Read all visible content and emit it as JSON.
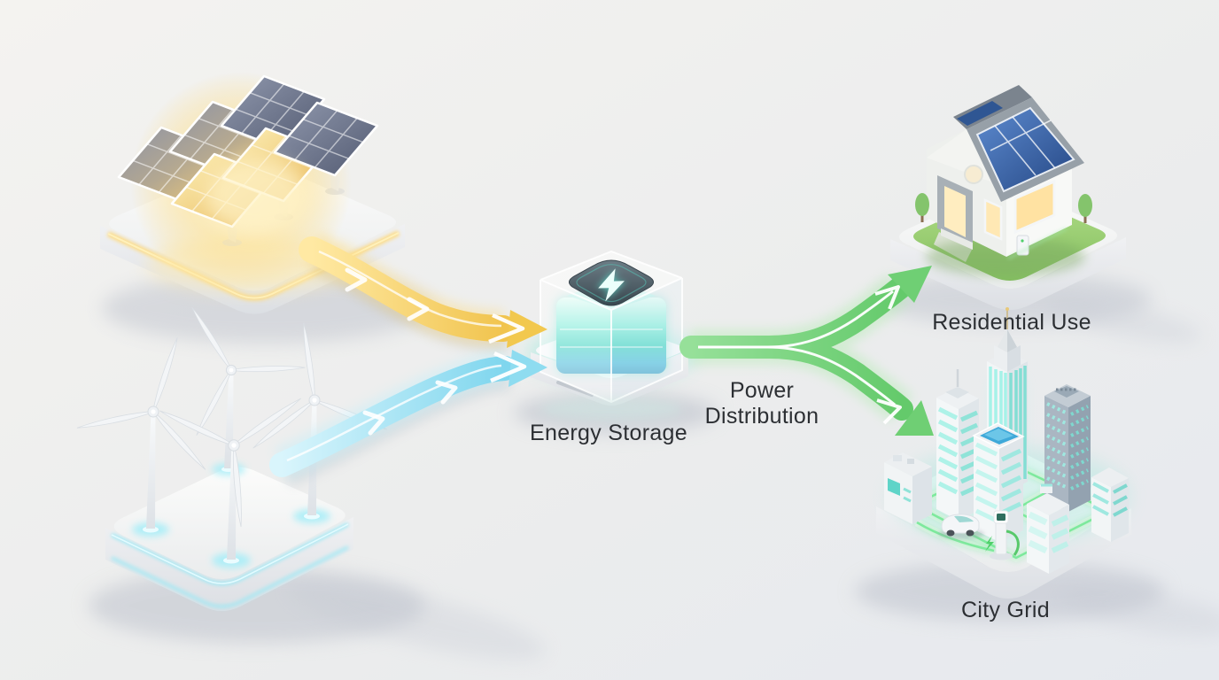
{
  "labels": {
    "energy_storage": "Energy Storage",
    "power_distribution_line1": "Power",
    "power_distribution_line2": "Distribution",
    "residential_use": "Residential Use",
    "city_grid": "City Grid"
  },
  "icons": {
    "storage_top": "lightning-bolt"
  },
  "colors": {
    "solar_flow": "#f2c84e",
    "solar_glow": "#ffe9a3",
    "wind_flow": "#8edcf0",
    "wind_glow": "#d6f4fb",
    "distribution_flow": "#6fcf74",
    "distribution_glow": "#b4ecb2",
    "storage_core": "#5fdccb",
    "text": "#2c2f33",
    "background_top": "#f3f2ef",
    "background_bottom": "#e7e9ee"
  },
  "nodes": [
    {
      "id": "solar-farm",
      "kind": "solar-panel-array"
    },
    {
      "id": "wind-farm",
      "kind": "wind-turbines"
    },
    {
      "id": "energy-storage",
      "kind": "battery",
      "label_key": "energy_storage"
    },
    {
      "id": "residential",
      "kind": "house",
      "label_key": "residential_use"
    },
    {
      "id": "city-grid",
      "kind": "city",
      "label_key": "city_grid"
    }
  ],
  "flows": [
    {
      "from": "solar-farm",
      "to": "energy-storage",
      "color": "#f2c84e"
    },
    {
      "from": "wind-farm",
      "to": "energy-storage",
      "color": "#8edcf0"
    },
    {
      "from": "energy-storage",
      "to": "residential",
      "color": "#6fcf74",
      "label_key": "power_distribution"
    },
    {
      "from": "energy-storage",
      "to": "city-grid",
      "color": "#6fcf74",
      "label_key": "power_distribution"
    }
  ]
}
